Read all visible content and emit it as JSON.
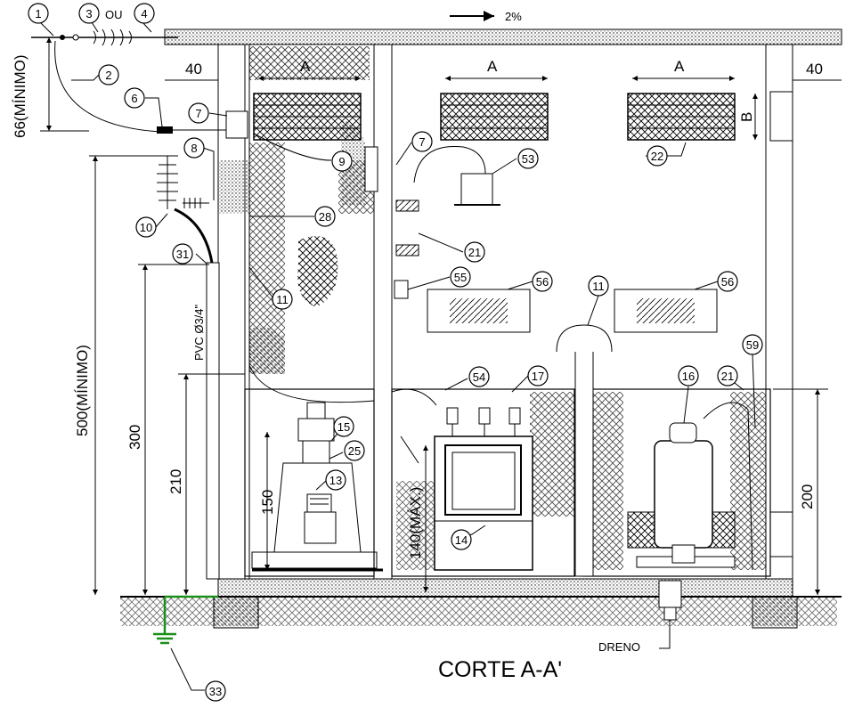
{
  "drawing": {
    "title": "CORTE A-A'",
    "slope_label": "2%",
    "or_label": "OU",
    "drain_label": "DRENO",
    "conduit_label": "PVC Ø3/4\"",
    "dimensions": {
      "wall_left": "40",
      "wall_right": "40",
      "a": "A",
      "b": "B",
      "height_66": "66(MÍNIMO)",
      "height_500": "500(MÍNIMO)",
      "h300": "300",
      "h210": "210",
      "h150": "150",
      "h140": "140(MÁX.)",
      "h200": "200"
    },
    "callouts": [
      "1",
      "2",
      "3",
      "4",
      "6",
      "7",
      "7",
      "8",
      "9",
      "10",
      "11",
      "11",
      "13",
      "14",
      "15",
      "16",
      "17",
      "21",
      "21",
      "22",
      "25",
      "28",
      "31",
      "33",
      "53",
      "54",
      "55",
      "56",
      "56",
      "59"
    ]
  }
}
